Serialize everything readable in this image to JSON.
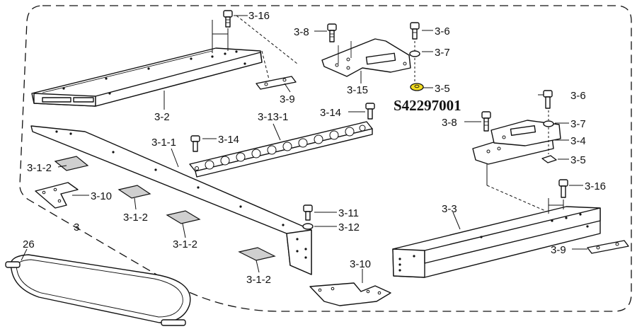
{
  "part_code": "S42297001",
  "highlight_color": "#f2dc1f",
  "labels": {
    "l_3_16_top": "3-16",
    "l_3_8_top": "3-8",
    "l_3_6_top": "3-6",
    "l_3_7_top": "3-7",
    "l_3_5_top": "3-5",
    "l_3_15": "3-15",
    "l_3_9_top": "3-9",
    "l_3_2": "3-2",
    "l_3_14_top": "3-14",
    "l_3_13_1": "3-13-1",
    "l_3_6_right": "3-6",
    "l_3_8_right": "3-8",
    "l_3_7_right": "3-7",
    "l_3_4": "3-4",
    "l_3_5_right": "3-5",
    "l_3_1_1": "3-1-1",
    "l_3_14_mid": "3-14",
    "l_3_1_2_a": "3-1-2",
    "l_3_10_left": "3-10",
    "l_3_1_2_b": "3-1-2",
    "l_3_1_2_c": "3-1-2",
    "l_3_1_2_d": "3-1-2",
    "l_3_11": "3-11",
    "l_3_12": "3-12",
    "l_3_16_right": "3-16",
    "l_3_3": "3-3",
    "l_3_9_right": "3-9",
    "l_3": "3",
    "l_26": "26",
    "l_3_10_bottom": "3-10"
  }
}
